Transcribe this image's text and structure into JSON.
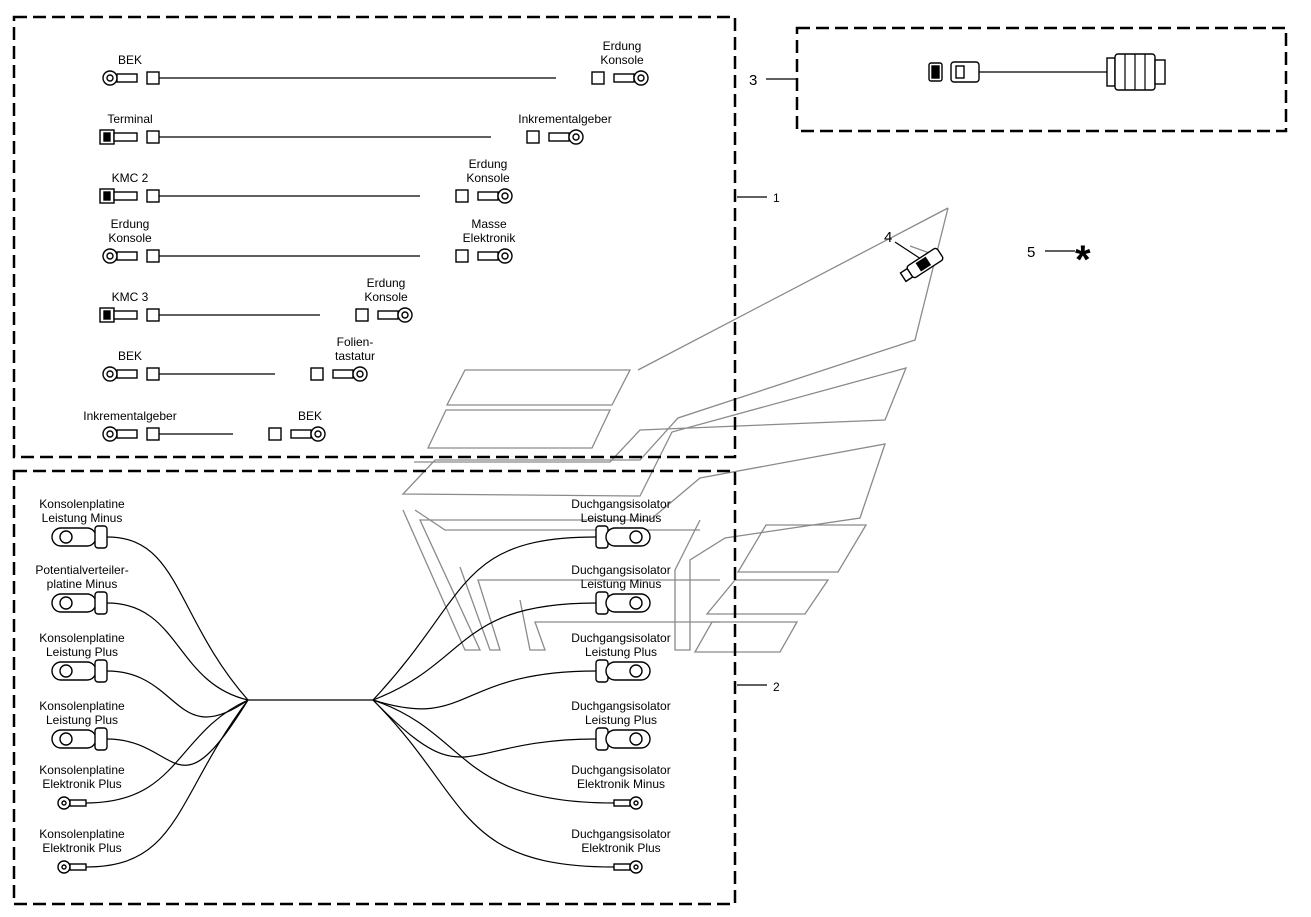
{
  "callouts": {
    "c1": "1",
    "c2": "2",
    "c3": "3",
    "c4": "4",
    "c5": "5",
    "star": "*"
  },
  "harness1": {
    "w1": {
      "left": [
        "BEK"
      ],
      "right": [
        "Erdung",
        "Konsole"
      ]
    },
    "w2": {
      "left": [
        "Terminal"
      ],
      "right": [
        "Inkrementalgeber"
      ]
    },
    "w3": {
      "left": [
        "KMC 2"
      ],
      "right": [
        "Erdung",
        "Konsole"
      ]
    },
    "w4": {
      "left": [
        "Erdung",
        "Konsole"
      ],
      "right": [
        "Masse",
        "Elektronik"
      ]
    },
    "w5": {
      "left": [
        "KMC 3"
      ],
      "right": [
        "Erdung",
        "Konsole"
      ]
    },
    "w6": {
      "left": [
        "BEK"
      ],
      "right": [
        "Folien-",
        "tastatur"
      ]
    },
    "w7": {
      "left": [
        "Inkrementalgeber"
      ],
      "right": [
        "BEK"
      ]
    }
  },
  "harness2": {
    "left": [
      [
        "Konsolenplatine",
        "Leistung Minus"
      ],
      [
        "Potentialverteiler-",
        "platine Minus"
      ],
      [
        "Konsolenplatine",
        "Leistung Plus"
      ],
      [
        "Konsolenplatine",
        "Leistung Plus"
      ],
      [
        "Konsolenplatine",
        "Elektronik Plus"
      ],
      [
        "Konsolenplatine",
        "Elektronik Plus"
      ]
    ],
    "right": [
      [
        "Duchgangsisolator",
        "Leistung Minus"
      ],
      [
        "Duchgangsisolator",
        "Leistung Minus"
      ],
      [
        "Duchgangsisolator",
        "Leistung Plus"
      ],
      [
        "Duchgangsisolator",
        "Leistung Plus"
      ],
      [
        "Duchgangsisolator",
        "Elektronik Minus"
      ],
      [
        "Duchgangsisolator",
        "Elektronik Plus"
      ]
    ]
  }
}
